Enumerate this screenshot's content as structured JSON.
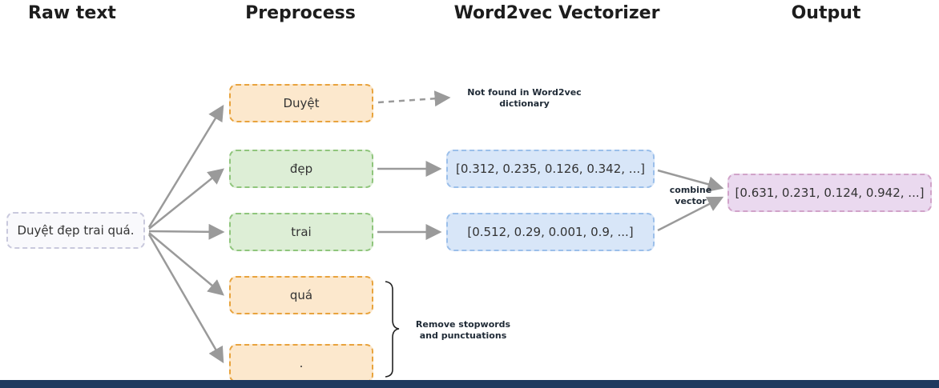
{
  "headers": {
    "raw_text": "Raw text",
    "preprocess": "Preprocess",
    "vectorizer": "Word2vec Vectorizer",
    "output": "Output"
  },
  "raw_text_box": {
    "label": "Duyệt đẹp trai quá."
  },
  "preprocess_boxes": [
    {
      "label": "Duyệt",
      "type": "orange"
    },
    {
      "label": "đẹp",
      "type": "green"
    },
    {
      "label": "trai",
      "type": "green"
    },
    {
      "label": "quá",
      "type": "orange"
    },
    {
      "label": ".",
      "type": "orange"
    }
  ],
  "vector_boxes": [
    {
      "value": "[0.312, 0.235, 0.126, 0.342, ...]"
    },
    {
      "value": "[0.512, 0.29, 0.001, 0.9, ...]"
    }
  ],
  "output_box": {
    "value": "[0.631, 0.231, 0.124, 0.942, ...]"
  },
  "annotations": {
    "not_found": "Not found in Word2vec\ndictionary",
    "combine": "combine\nvector",
    "remove_stopwords": "Remove stopwords\nand punctuations"
  },
  "colors": {
    "orange_fill": "#fce8cd",
    "orange_border": "#e8a33d",
    "green_fill": "#ddeed6",
    "green_border": "#8fc57c",
    "blue_fill": "#d8e6f8",
    "blue_border": "#9bbfea",
    "purple_fill": "#ead9ef",
    "purple_border": "#d1a3c9",
    "arrow_gray": "#9a9a9a",
    "bottom_bar": "#1f3a5f"
  }
}
